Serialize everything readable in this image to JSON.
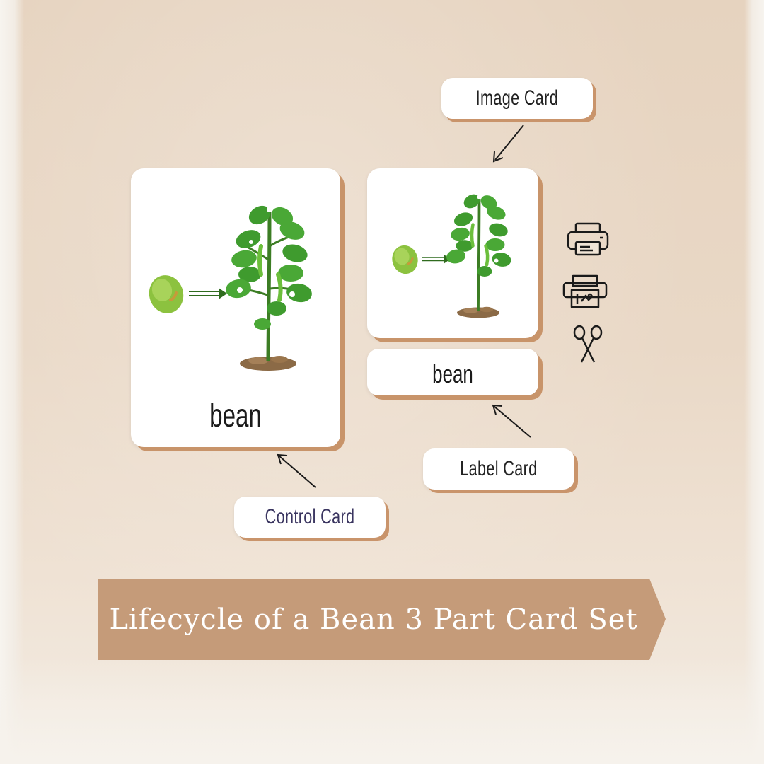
{
  "labels": {
    "image_card": "Image Card",
    "label_card": "Label Card",
    "control_card": "Control Card"
  },
  "cards": {
    "control_word": "bean",
    "label_word": "bean"
  },
  "banner": {
    "title": "Lifecycle of a Bean 3 Part Card Set"
  },
  "icons": [
    "printer-icon",
    "paper-shredder-icon",
    "scissors-icon"
  ],
  "colors": {
    "card_shadow": "#c8946a",
    "banner": "#c59b79",
    "background": "#e9d8c6",
    "leaf": "#3f9b2e",
    "seed": "#8cc23f"
  }
}
